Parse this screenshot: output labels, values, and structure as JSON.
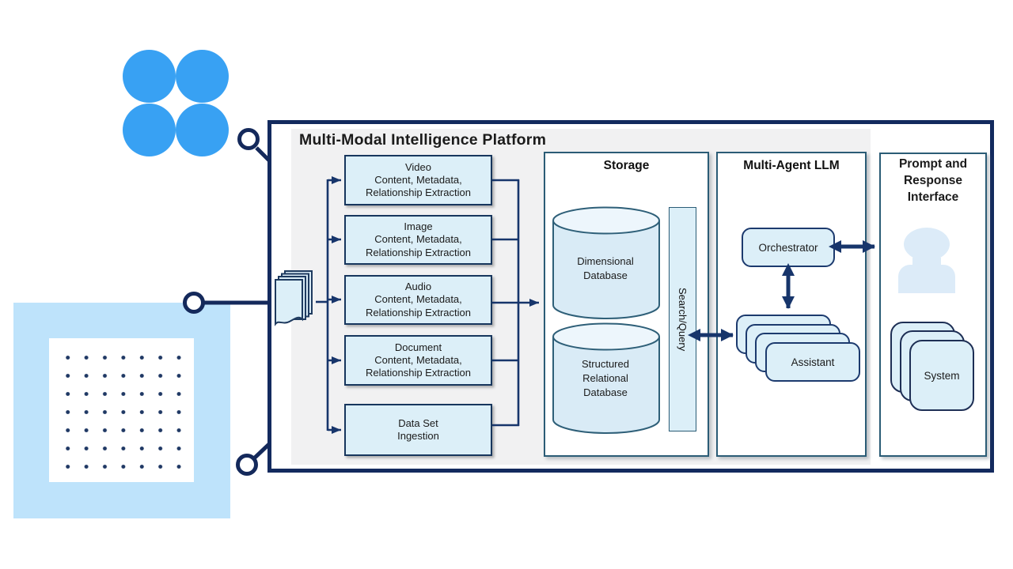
{
  "title": "Multi-Modal Intelligence Platform",
  "colors": {
    "accent_navy": "#17356B",
    "frame_navy": "#132A5E",
    "box_fill": "#DCEFF8",
    "section_border": "#2B5C76",
    "azure_circle": "#38A1F3",
    "pale_blue_square": "#BEE3FB",
    "panel_gray": "#F1F1F2",
    "person_fill": "#DCEBF8"
  },
  "icons": {
    "input": "document-stack-icon",
    "user": "person-icon",
    "connector": "circle-connector-node",
    "decoration": "four-dots-logo"
  },
  "pipeline": {
    "boxes": [
      {
        "label": "Video\nContent, Metadata,\nRelationship Extraction"
      },
      {
        "label": "Image\nContent, Metadata,\nRelationship Extraction"
      },
      {
        "label": "Audio\nContent, Metadata,\nRelationship Extraction"
      },
      {
        "label": "Document\nContent, Metadata,\nRelationship Extraction"
      },
      {
        "label": "Data Set\nIngestion"
      }
    ]
  },
  "storage": {
    "title": "Storage",
    "databases": [
      {
        "label": "Dimensional\nDatabase"
      },
      {
        "label": "Structured\nRelational\nDatabase"
      }
    ],
    "search_bar": "Search/Query"
  },
  "multi_agent": {
    "title": "Multi-Agent LLM",
    "orchestrator": "Orchestrator",
    "assistant": "Assistant",
    "assistant_stack_count": 4
  },
  "interface": {
    "title": "Prompt and\nResponse\nInterface",
    "system": "System",
    "system_stack_count": 3
  }
}
